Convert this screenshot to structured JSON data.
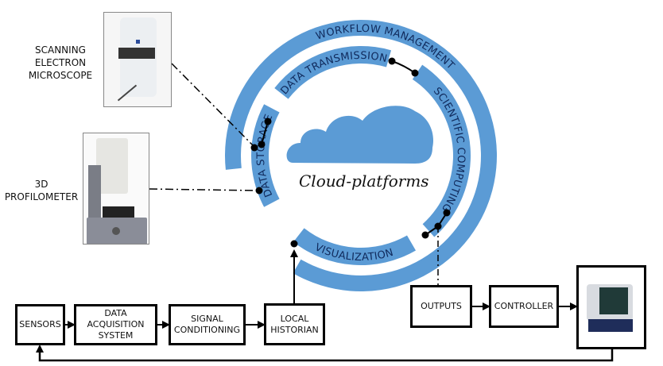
{
  "colors": {
    "ring": "#5b9bd5",
    "ring_text": "#102a5c",
    "box_border": "#000000",
    "line": "#000000"
  },
  "instruments": {
    "sem_label": [
      "SCANNING",
      "ELECTRON",
      "MICROSCOPE"
    ],
    "profilometer_label": [
      "3D",
      "PROFILOMETER"
    ]
  },
  "cloud": {
    "title": "Cloud-platforms",
    "icon": "cloud-icon"
  },
  "rings": {
    "outer": "WORKFLOW MANAGEMENT",
    "inner": [
      "DATA TRANSMISSION",
      "SCIENTIFIC COMPUTING",
      "VISUALIZATION",
      "DATA STORAGE"
    ]
  },
  "pipeline": {
    "sensors": "SENSORS",
    "daq": [
      "DATA",
      "ACQUISITION",
      "SYSTEM"
    ],
    "signal": [
      "SIGNAL",
      "CONDITIONING"
    ],
    "historian": [
      "LOCAL",
      "HISTORIAN"
    ],
    "outputs": "OUTPUTS",
    "controller": "CONTROLLER",
    "machine_icon": "cnc-machine-icon"
  }
}
